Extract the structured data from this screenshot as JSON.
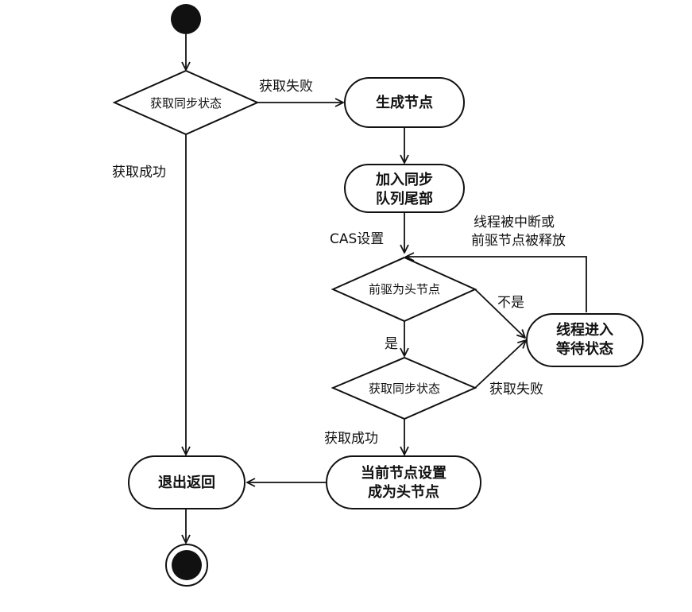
{
  "diagram": {
    "nodes": {
      "acquire_state_1": "获取同步状态",
      "create_node": "生成节点",
      "enqueue_line1": "加入同步",
      "enqueue_line2": "队列尾部",
      "pred_is_head": "前驱为头节点",
      "acquire_state_2": "获取同步状态",
      "wait_line1": "线程进入",
      "wait_line2": "等待状态",
      "set_head_line1": "当前节点设置",
      "set_head_line2": "成为头节点",
      "exit_return": "退出返回"
    },
    "edge_labels": {
      "acquire_fail_1": "获取失败",
      "acquire_success_1": "获取成功",
      "cas_set": "CAS设置",
      "interrupted_line1": "线程被中断或",
      "interrupted_line2": "前驱节点被释放",
      "no": "不是",
      "yes": "是",
      "acquire_fail_2": "获取失败",
      "acquire_success_2": "获取成功"
    }
  }
}
